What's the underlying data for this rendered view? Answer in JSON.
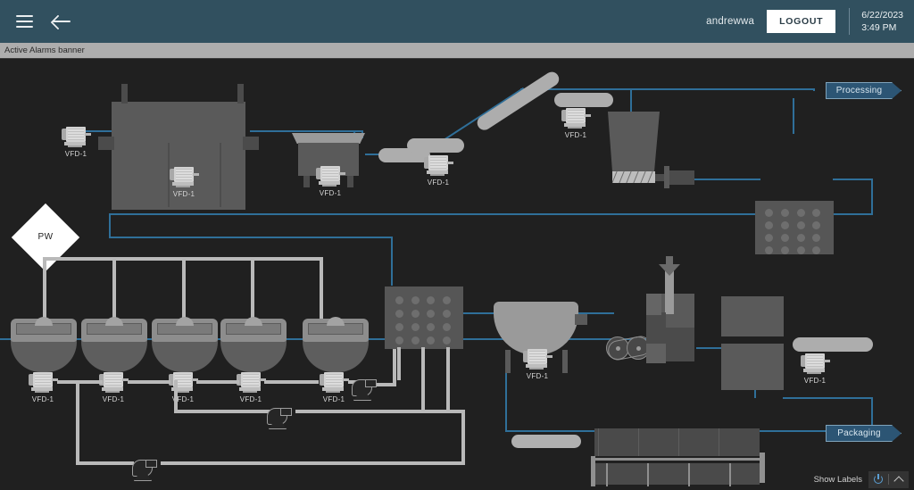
{
  "header": {
    "menu_icon": "hamburger-menu-icon",
    "back_icon": "back-arrow-icon",
    "username": "andrewwa",
    "logout_label": "LOGOUT",
    "date": "6/22/2023",
    "time": "3:49 PM"
  },
  "alarm_banner": {
    "text": "Active Alarms banner"
  },
  "nav_chips": {
    "processing": "Processing",
    "packaging": "Packaging"
  },
  "footer": {
    "show_labels_label": "Show Labels",
    "power_icon": "power-toggle-icon",
    "collapse_icon": "chevron-up-icon"
  },
  "colors": {
    "header_bg": "#31505f",
    "alarm_bg": "#adadad",
    "canvas_bg": "#202020",
    "process_line": "#2f6f99",
    "pipe": "#b9b9b9",
    "equipment": "#5a5a5a",
    "accent_chip": "#2c5574"
  },
  "equipment": {
    "pw_label": "PW",
    "motors": [
      {
        "id": "vfd-mixer-feed",
        "label": "VFD-1"
      },
      {
        "id": "vfd-blender",
        "label": "VFD-1"
      },
      {
        "id": "vfd-surge-hopper",
        "label": "VFD-1"
      },
      {
        "id": "vfd-conveyor-1",
        "label": "VFD-1"
      },
      {
        "id": "vfd-incline-conveyor",
        "label": "VFD-1"
      },
      {
        "id": "vfd-tank-1",
        "label": "VFD-1"
      },
      {
        "id": "vfd-tank-2",
        "label": "VFD-1"
      },
      {
        "id": "vfd-tank-3",
        "label": "VFD-1"
      },
      {
        "id": "vfd-tank-4",
        "label": "VFD-1"
      },
      {
        "id": "vfd-tank-5",
        "label": "VFD-1"
      },
      {
        "id": "vfd-kettle",
        "label": "VFD-1"
      },
      {
        "id": "vfd-discharge-conveyor",
        "label": "VFD-1"
      }
    ]
  }
}
